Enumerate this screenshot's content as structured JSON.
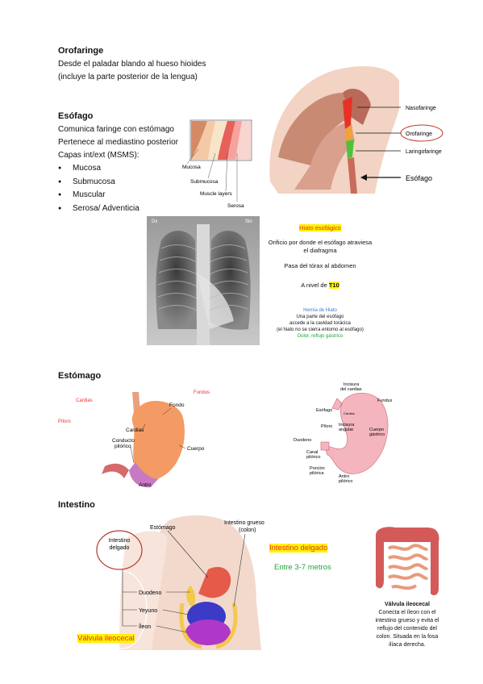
{
  "orofaringe": {
    "title": "Orofaringe",
    "line1": "Desde el paladar blando al hueso hioides",
    "line2": "(incluye la parte posterior de la lengua)"
  },
  "pharynx_diagram": {
    "labels": [
      "Nasofaringe",
      "Orofaringe",
      "Laringofaringe",
      "Esófago"
    ]
  },
  "esofago": {
    "title": "Esófago",
    "line1": "Comunica faringe con estómago",
    "line2": "Pertenece al mediastino posterior",
    "line3": "Capas int/ext (MSMS):",
    "layers": [
      "Mucosa",
      "Submucosa",
      "Muscular",
      "Serosa/ Adventicia"
    ]
  },
  "layers_diagram": {
    "labels": [
      "Mucosa",
      "Submucosa",
      "Muscle layers",
      "Serosa"
    ]
  },
  "xray": {
    "left_marker": "Dx",
    "right_marker": "Sin"
  },
  "hiato": {
    "title": "Hiato esofágico",
    "line1": "Orificio por donde el esófago atraviesa",
    "line2": "el diafragma",
    "line3": "Pasa del tórax al abdomen",
    "nivel_prefix": "A nivel de ",
    "nivel_value": "T10",
    "hernia_title": "Hernia de Hiato",
    "hernia_1": "Una parte del esófago",
    "hernia_2": "accede a la cavidad torácica",
    "hernia_3": "(el hiato no se cierra entorno al esófago)",
    "hernia_4": "Dolor, reflujo gástrico",
    "colors": {
      "hernia_title": "#3a7bd5",
      "hernia_4": "#22a33a",
      "highlight": "#fff200"
    }
  },
  "estomago": {
    "title": "Estómago",
    "left_labels": {
      "cardias_red": "Cardias",
      "fundus_red": "Fundus",
      "piloro_red": "Píloro",
      "fondo": "Fondo",
      "cardias": "Cardias",
      "conducto_1": "Conducto",
      "conducto_2": "pilórico",
      "cuerpo": "Cuerpo",
      "antro": "Antro"
    },
    "right_labels": {
      "incisura_cardias_1": "Incisura",
      "incisura_cardias_2": "del cardias",
      "fundus": "Fundus",
      "esofago": "Esófago",
      "cardias": "Cardias",
      "piloro": "Píloro",
      "incisura_angular_1": "Incisura",
      "incisura_angular_2": "angular",
      "cuerpo_1": "Cuerpo",
      "cuerpo_2": "gástrico",
      "duodeno": "Duodeno",
      "canal_1": "Canal",
      "canal_2": "pilórico",
      "porcion_1": "Porción",
      "porcion_2": "pilórica",
      "antro_1": "Antro",
      "antro_2": "pilórico"
    },
    "colors": {
      "red_label": "#e8312a"
    }
  },
  "intestino": {
    "title": "Intestino",
    "labels": {
      "intestino_delgado_1": "Intestino",
      "intestino_delgado_2": "delgado",
      "estomago": "Estómago",
      "intestino_grueso_1": "Intestino grueso",
      "intestino_grueso_2": "(colon)",
      "duodeno": "Duodeno",
      "yeyuno": "Yeyuno",
      "ileon": "Íleon"
    },
    "highlight_delgado": "Intestino delgado",
    "metros": "Entre 3-7 metros",
    "valvula_hl": "Válvula ileocecal",
    "valvula_title": "Válvula ileocecal",
    "valvula_1": "Conecta el íleon con el",
    "valvula_2": "intestino grueso y evita el",
    "valvula_3": "reflujo del contenido del",
    "valvula_4": "colon. Situada en la fosa",
    "valvula_5": "ilíaca derecha.",
    "colors": {
      "metros": "#22a33a",
      "circle": "#b5372c"
    }
  }
}
